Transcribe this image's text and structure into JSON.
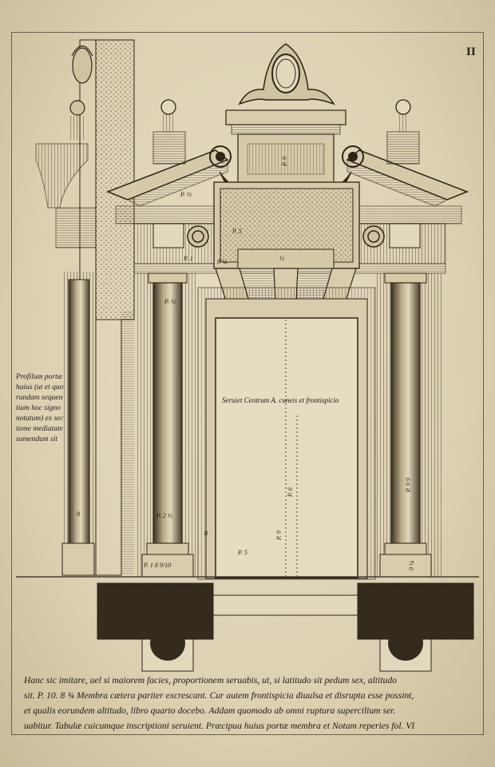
{
  "folio": "II",
  "annotations": {
    "profile_note": [
      "Profilum portæ",
      "huius (ut et quo",
      "rundam sequen",
      "tium hoc signo",
      "notatum) ex sec",
      "tione mediatate",
      "sumendum sit"
    ],
    "center_note": "Seruiet Centrum A. cuneis et frontispicio"
  },
  "measure_labels": {
    "p_half": "P. ½",
    "p_5": "P. 5",
    "p_1": "P. 1",
    "p_8_quarter": "8 ¼",
    "p_quarter": "½",
    "p_9": "9",
    "p_9_top": "P. 9",
    "p_6": "P. 6",
    "p_9_col": "P. 9",
    "p_9_9": "P. 9 9",
    "p_2": "P. 2 ½",
    "p_1_8": "P. 1 8 9/10",
    "p_5_bottom": "P. 5",
    "p_8": "8",
    "p_9_left": "9",
    "p_9_right": "9 ¼"
  },
  "caption_lines": [
    "Hanc sic imitare, uel si maiorem facies, proportionem seruabis, ut, si latitudo sit pedum sex, altitudo",
    "sit. P. 10. 8 ¾ Membra cætera pariter excrescant. Cur autem frontispicia diuulsa et disrupta esse possint,",
    "et qualis eorundem altitudo, libro quarto docebo. Addam quomodo ab omni ruptura supercilium ser.",
    "uabitur. Tabulæ cuicumque inscriptioni seruient. Præcipua huius portæ membra et Notam reperies fol. VI"
  ]
}
